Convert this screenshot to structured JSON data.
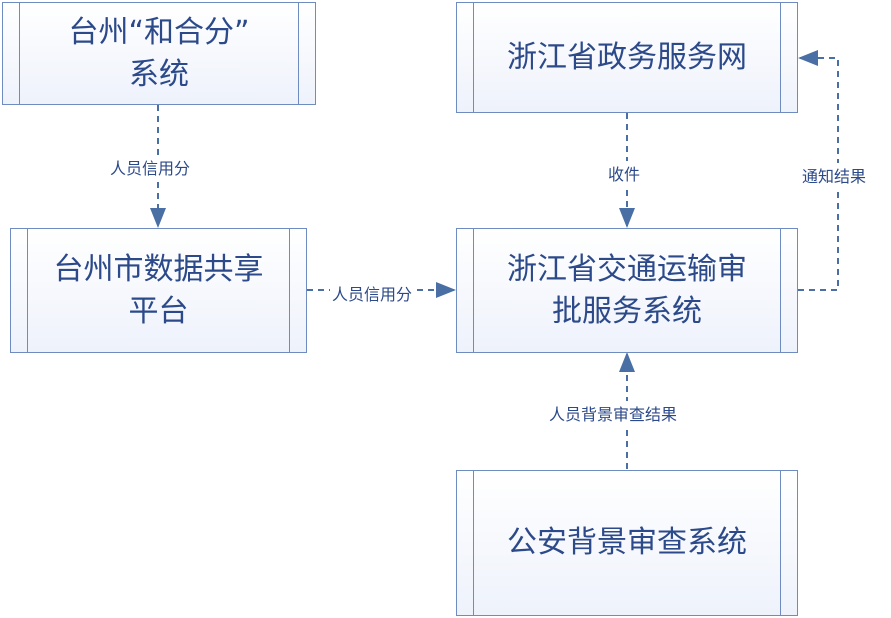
{
  "nodes": {
    "hehefen": "台州“和合分”\n系统",
    "share_platform": "台州市数据共享\n平台",
    "gov_service": "浙江省政务服务网",
    "approval": "浙江省交通运输审\n批服务系统",
    "police": "公安背景审查系统"
  },
  "edges": {
    "credit1": "人员信用分",
    "credit2": "人员信用分",
    "receive": "收件",
    "notify": "通知结果",
    "background": "人员背景审查结果"
  },
  "colors": {
    "line": "#4a6fa5",
    "text": "#2c4a8a"
  }
}
